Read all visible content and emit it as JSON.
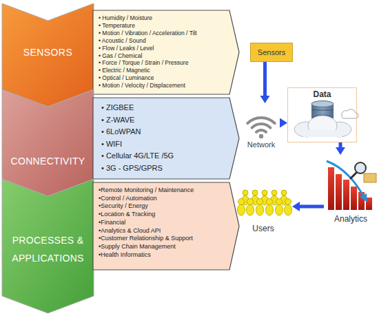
{
  "diagram": {
    "nodes": [
      {
        "text": [
          "SENSORS"
        ]
      },
      {
        "text": [
          "• Humidity / Moisture",
          "• Temperature",
          "• Motion / Vibration / Acceleration / Tilt",
          "• Acoustic / Sound",
          "• Flow / Leaks / Level",
          "• Gas / Chemical",
          "• Force / Torque / Strain / Pressure",
          "• Electric / Magnetic",
          "• Optical / Luminance",
          "• Motion / Velocity / Displacement"
        ]
      },
      {
        "text": [
          "CONNECTIVITY"
        ]
      },
      {
        "text": [
          "• ZIGBEE",
          "• Z-WAVE",
          "• 6LoWPAN",
          "• WIFI",
          "• Cellular 4G/LTE /5G",
          "• 3G - GPS/GPRS"
        ]
      },
      {
        "text": [
          "PROCESSES & APPLICATIONS"
        ]
      },
      {
        "text": [
          "•Remote Monitoring / Maintenance",
          "•Control / Automation",
          "•Security / Energy",
          "•Location & Tracking",
          "•Financial",
          "•Analytics & Cloud API",
          "•Customer Relationship & Support",
          "•Supply Chain Management",
          "•Health Informatics"
        ]
      },
      {
        "text": [
          "Sensors"
        ]
      },
      {
        "text": [
          "Network"
        ]
      },
      {
        "text": [
          "Data"
        ]
      },
      {
        "text": [
          "Analytics"
        ]
      },
      {
        "text": [
          "Users"
        ]
      }
    ],
    "edges": [
      {
        "from": 6,
        "to": 7,
        "arrow": "to"
      },
      {
        "from": 7,
        "to": 8,
        "arrow": "to"
      },
      {
        "from": 8,
        "to": 9,
        "arrow": "to"
      },
      {
        "from": 9,
        "to": 10,
        "arrow": "to"
      }
    ]
  }
}
